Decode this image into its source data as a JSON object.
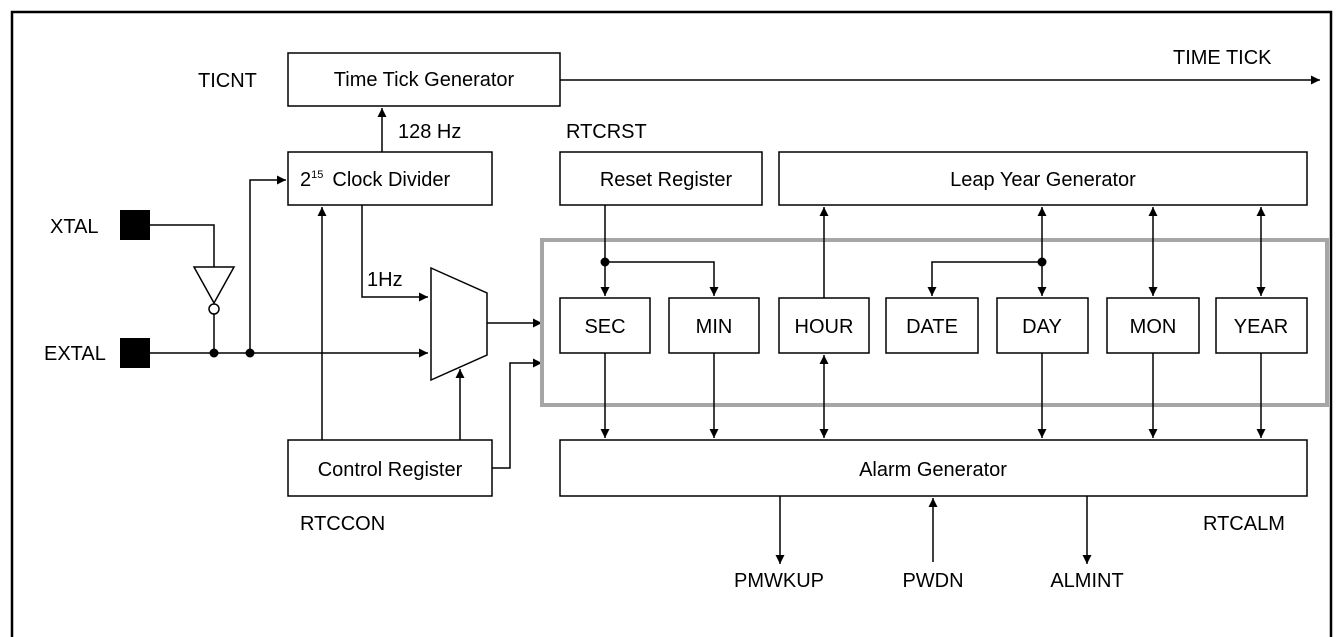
{
  "blocks": {
    "time_tick_generator": "Time Tick Generator",
    "clock_divider_base": "2",
    "clock_divider_exp": "15",
    "clock_divider_rest": "Clock Divider",
    "reset_register": "Reset Register",
    "leap_year_generator": "Leap Year Generator",
    "control_register": "Control Register",
    "alarm_generator": "Alarm Generator"
  },
  "counters": {
    "sec": "SEC",
    "min": "MIN",
    "hour": "HOUR",
    "date": "DATE",
    "day": "DAY",
    "mon": "MON",
    "year": "YEAR"
  },
  "labels": {
    "ticnt": "TICNT",
    "time_tick": "TIME TICK",
    "hz128": "128 Hz",
    "rtcrst": "RTCRST",
    "xtal": "XTAL",
    "extal": "EXTAL",
    "hz1": "1Hz",
    "rtccon": "RTCCON",
    "rtcalm": "RTCALM",
    "pmwkup": "PMWKUP",
    "pwdn": "PWDN",
    "almint": "ALMINT"
  }
}
